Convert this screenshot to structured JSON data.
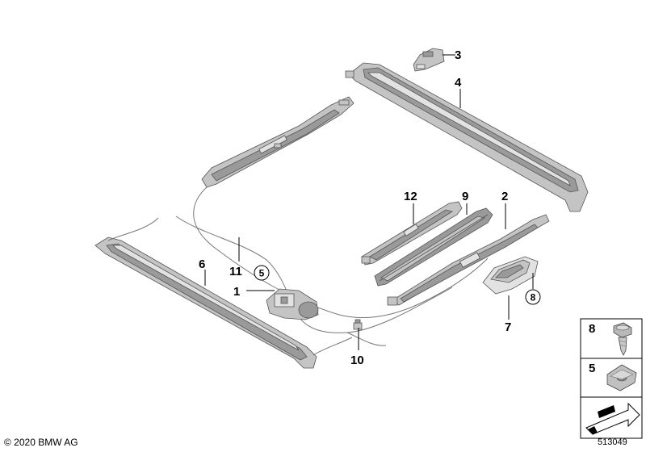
{
  "callouts": {
    "c1": "1",
    "c2": "2",
    "c3": "3",
    "c4": "4",
    "c5": "5",
    "c6": "6",
    "c7": "7",
    "c8": "8",
    "c9": "9",
    "c10": "10",
    "c11": "11",
    "c12": "12"
  },
  "legend": {
    "item_a": "8",
    "item_b": "5"
  },
  "copyright": "© 2020 BMW AG",
  "doc_number": "513049"
}
